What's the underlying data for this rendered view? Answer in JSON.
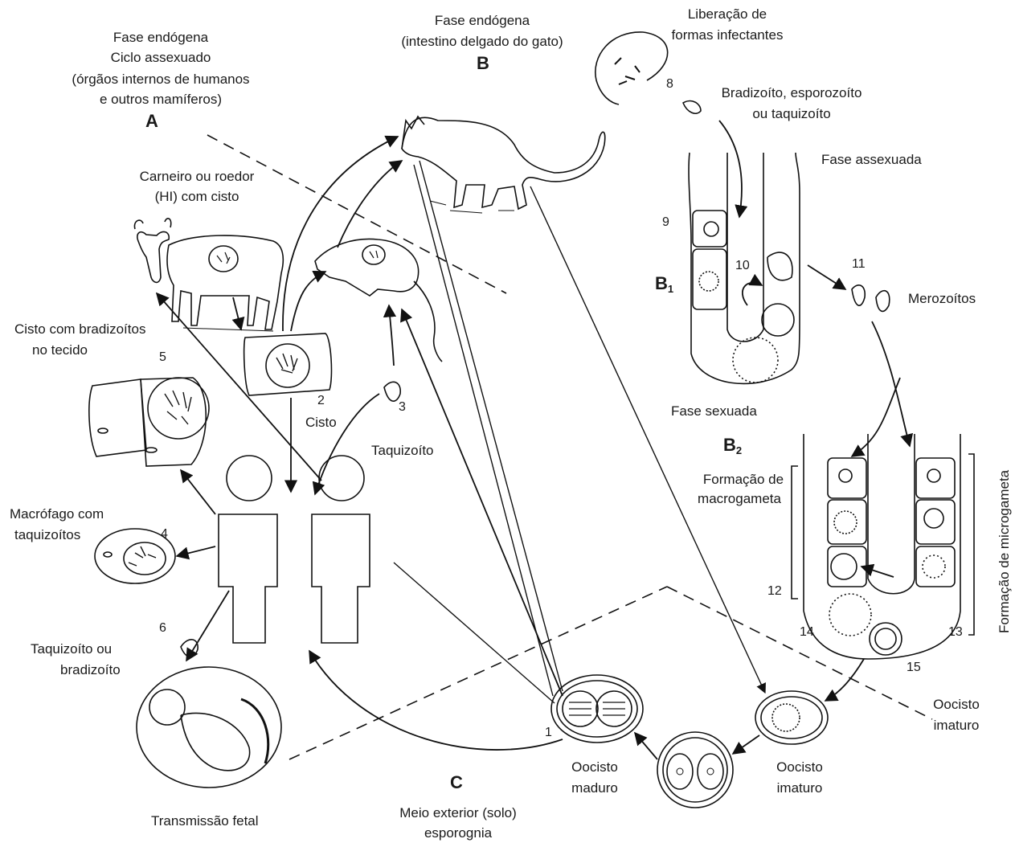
{
  "labels": {
    "phase_a_title": "Fase endógena",
    "phase_a_line2": "Ciclo assexuado",
    "phase_a_line3": "(órgãos internos de humanos",
    "phase_a_line4": "e outros mamíferos)",
    "phase_a_letter": "A",
    "phase_b_title": "Fase endógena",
    "phase_b_line2": "(intestino delgado do gato)",
    "phase_b_letter": "B",
    "release_line1": "Liberação de",
    "release_line2": "formas infectantes",
    "release_num": "8",
    "brady_line1": "Bradizoíto, esporozoíto",
    "brady_line2": "ou taquizoíto",
    "asexual_phase": "Fase assexuada",
    "b1_letter": "B",
    "b1_sub": "1",
    "num_9": "9",
    "num_10": "10",
    "num_11": "11",
    "merozoites": "Merozoítos",
    "sheep_line1": "Carneiro ou roedor",
    "sheep_line2": "(HI) com cisto",
    "cyst_tissue_line1": "Cisto com bradizoítos",
    "cyst_tissue_line2": "no tecido",
    "num_5": "5",
    "num_2": "2",
    "cyst": "Cisto",
    "num_3": "3",
    "tachyzoite": "Taquizoíto",
    "sexual_phase": "Fase sexuada",
    "b2_letter": "B",
    "b2_sub": "2",
    "macro_line1": "Formação de",
    "macro_line2": "macrogameta",
    "micro": "Formação de microgameta",
    "num_12": "12",
    "num_13": "13",
    "num_14": "14",
    "num_15": "15",
    "macrophage_line1": "Macrófago com",
    "macrophage_line2": "taquizoítos",
    "num_4": "4",
    "num_6": "6",
    "tachy_brady_line1": "Taquizoíto ou",
    "tachy_brady_line2": "bradizoíto",
    "fetal": "Transmissão fetal",
    "num_1": "1",
    "mature_line1": "Oocisto",
    "mature_line2": "maduro",
    "immature1_line1": "Oocisto",
    "immature1_line2": "imaturo",
    "immature2_line1": "Oocisto",
    "immature2_line2": "imaturo",
    "phase_c_letter": "C",
    "phase_c_line1": "Meio exterior (solo)",
    "phase_c_line2": "esporognia"
  }
}
